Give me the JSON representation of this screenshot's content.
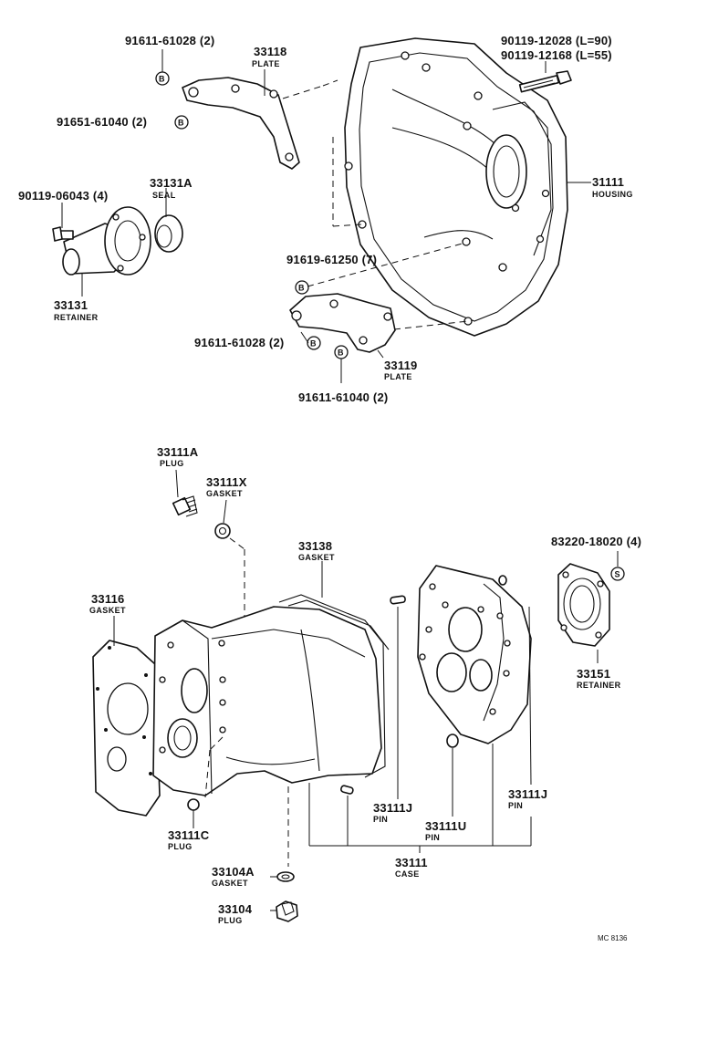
{
  "labels": {
    "p_91611_61028_a": "91611-61028 (2)",
    "p_33118": "33118",
    "p_33118_sub": "PLATE",
    "p_91651_61040": "91651-61040 (2)",
    "p_90119_12028": "90119-12028 (L=90)",
    "p_90119_12168": "90119-12168 (L=55)",
    "p_90119_06043": "90119-06043 (4)",
    "p_33131A": "33131A",
    "p_33131A_sub": "SEAL",
    "p_31111": "31111",
    "p_31111_sub": "HOUSING",
    "p_33131": "33131",
    "p_33131_sub": "RETAINER",
    "p_91619_61250": "91619-61250 (7)",
    "p_91611_61028_b": "91611-61028 (2)",
    "p_33119": "33119",
    "p_33119_sub": "PLATE",
    "p_91611_61040": "91611-61040 (2)",
    "p_33111A": "33111A",
    "p_33111A_sub": "PLUG",
    "p_33111X": "33111X",
    "p_33111X_sub": "GASKET",
    "p_33138": "33138",
    "p_33138_sub": "GASKET",
    "p_83220_18020": "83220-18020 (4)",
    "p_33116": "33116",
    "p_33116_sub": "GASKET",
    "p_33151": "33151",
    "p_33151_sub": "RETAINER",
    "p_33111J_a": "33111J",
    "p_33111J_a_sub": "PIN",
    "p_33111J_b": "33111J",
    "p_33111J_b_sub": "PIN",
    "p_33111U": "33111U",
    "p_33111U_sub": "PIN",
    "p_33111C": "33111C",
    "p_33111C_sub": "PLUG",
    "p_33111": "33111",
    "p_33111_sub": "CASE",
    "p_33104A": "33104A",
    "p_33104A_sub": "GASKET",
    "p_33104": "33104",
    "p_33104_sub": "PLUG",
    "drawing_code": "MC 8136"
  },
  "symbols": {
    "bolt": "B",
    "stud": "S"
  }
}
